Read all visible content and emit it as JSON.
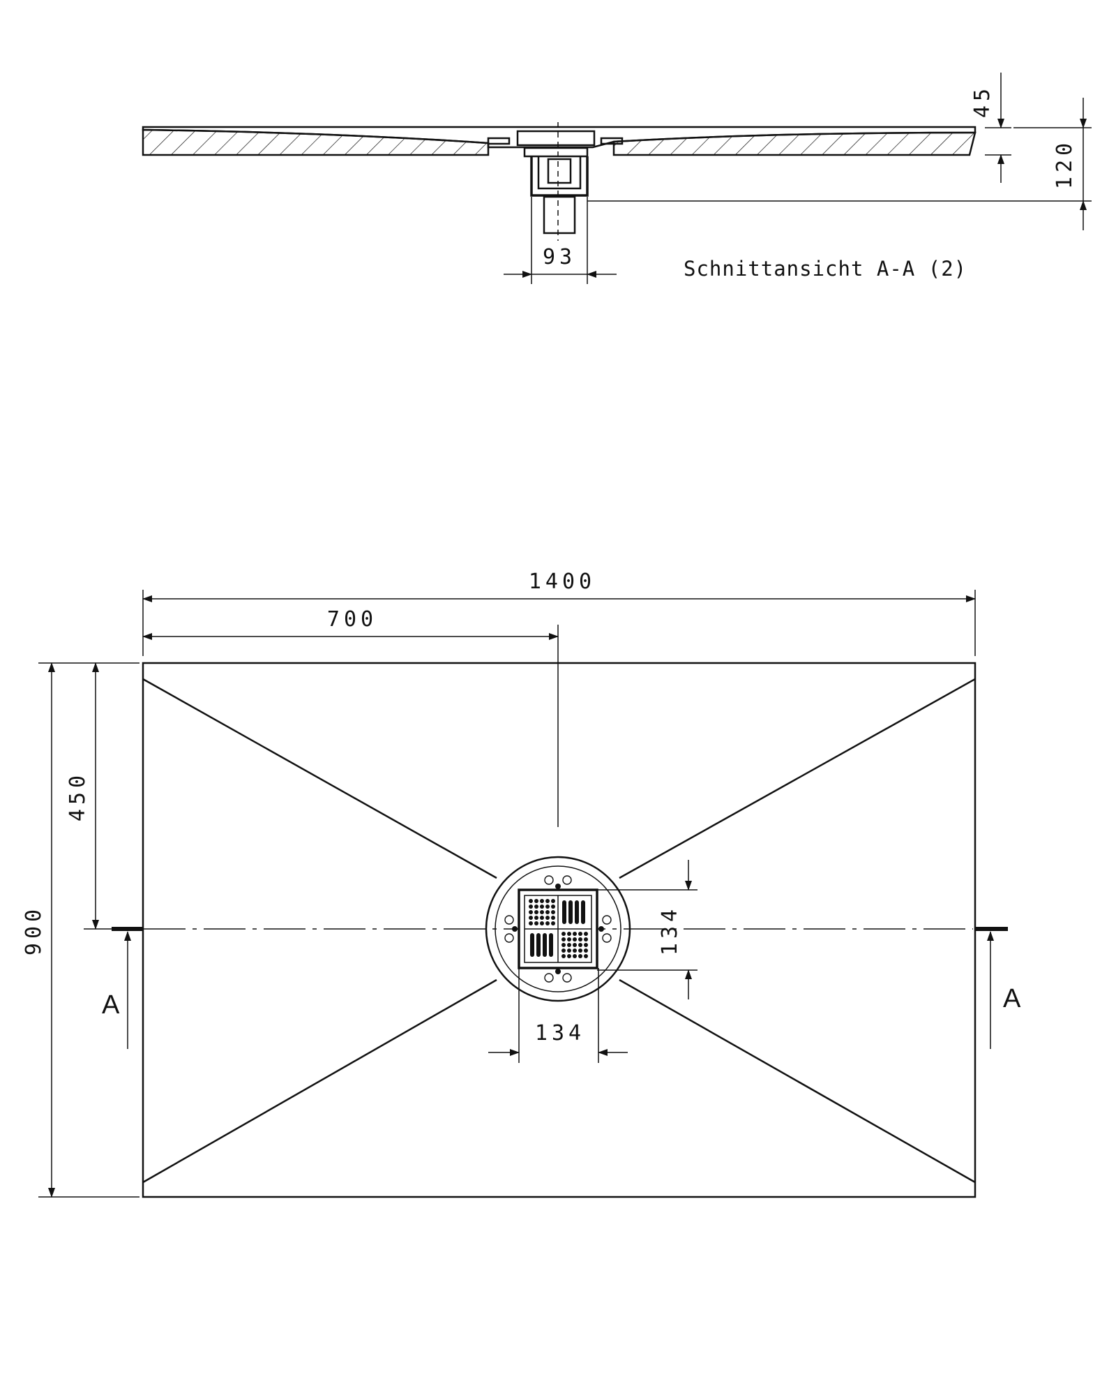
{
  "section_view": {
    "caption": "Schnittansicht A-A (2)",
    "dims": {
      "top_thickness": "45",
      "total_height": "120",
      "drain_width": "93"
    }
  },
  "plan_view": {
    "dims": {
      "length": "1400",
      "half_length": "700",
      "width": "900",
      "half_width": "450",
      "grate_width": "134",
      "grate_height": "134"
    },
    "section_marker_left": "A",
    "section_marker_right": "A"
  }
}
